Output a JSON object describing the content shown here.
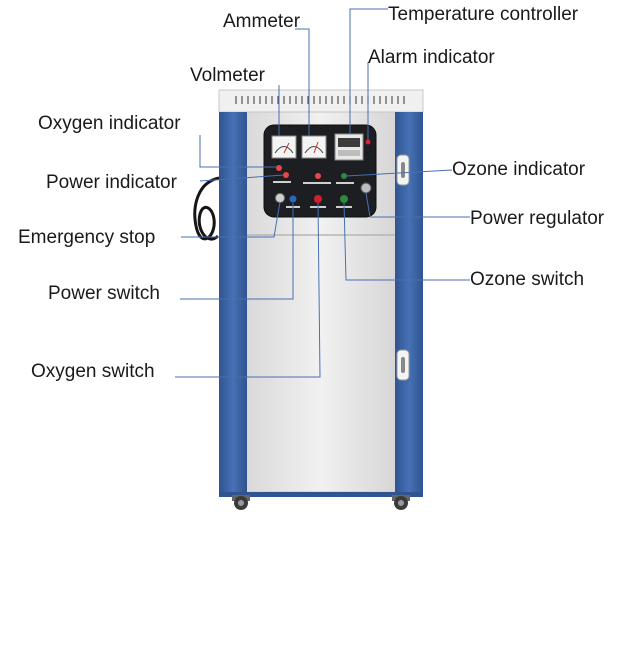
{
  "labels": {
    "ammeter": "Ammeter",
    "temperature_controller": "Temperature controller",
    "volmeter": "Volmeter",
    "alarm_indicator": "Alarm indicator",
    "oxygen_indicator": "Oxygen indicator",
    "power_indicator": "Power indicator",
    "ozone_indicator": "Ozone indicator",
    "emergency_stop": "Emergency stop",
    "power_regulator": "Power regulator",
    "power_switch": "Power switch",
    "ozone_switch": "Ozone switch",
    "oxygen_switch": "Oxygen switch"
  },
  "colors": {
    "cabinet_blue": "#3a63a8",
    "cabinet_body": "#e9e9e9",
    "panel": "#1c1e22",
    "callout_line": "#4a6fb0",
    "text": "#1a1a1a"
  }
}
